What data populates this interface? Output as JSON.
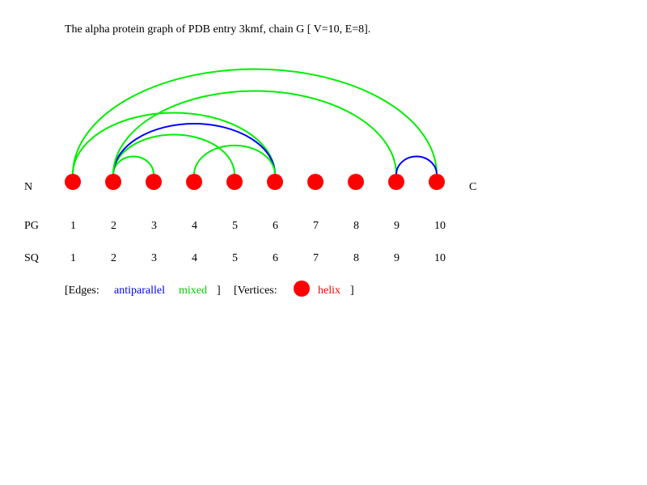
{
  "title": "The alpha protein graph of  PDB entry 3kmf, chain G [ V=10,  E=8].",
  "n_label": "N",
  "c_label": "C",
  "pg_label": "PG",
  "sq_label": "SQ",
  "pg_numbers": [
    "1",
    "2",
    "3",
    "4",
    "5",
    "6",
    "7",
    "8",
    "9",
    "10"
  ],
  "sq_numbers": [
    "1",
    "2",
    "3",
    "4",
    "5",
    "6",
    "7",
    "8",
    "9",
    "10"
  ],
  "colors": {
    "vertex": "#ff0000",
    "antiparallel": "#0000ff",
    "mixed": "#00ee00",
    "text": "#000000",
    "helix_text": "#ff0000"
  },
  "edges": [
    {
      "from": 1,
      "to": 6,
      "type": "mixed"
    },
    {
      "from": 1,
      "to": 10,
      "type": "mixed"
    },
    {
      "from": 2,
      "to": 3,
      "type": "mixed"
    },
    {
      "from": 2,
      "to": 5,
      "type": "mixed"
    },
    {
      "from": 2,
      "to": 6,
      "type": "antiparallel"
    },
    {
      "from": 2,
      "to": 9,
      "type": "mixed"
    },
    {
      "from": 4,
      "to": 6,
      "type": "mixed"
    },
    {
      "from": 9,
      "to": 10,
      "type": "antiparallel"
    }
  ],
  "legend": {
    "edges_prefix": "[Edges:",
    "antiparallel": "antiparallel",
    "mixed": "mixed",
    "edges_suffix": "]",
    "vertices_prefix": "[Vertices:",
    "helix": "helix",
    "vertices_suffix": "]"
  }
}
